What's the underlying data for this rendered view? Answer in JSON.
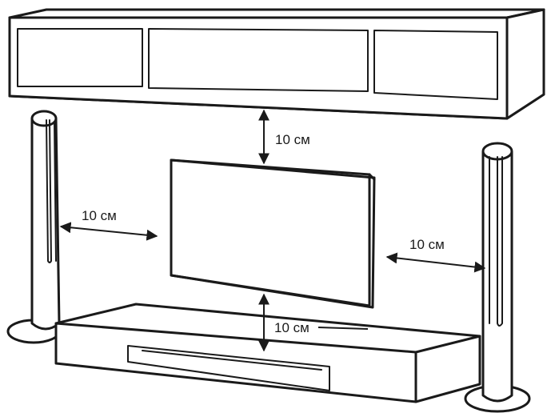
{
  "diagram": {
    "dimension_labels": {
      "above_tv": "10 см",
      "left_of_tv": "10 см",
      "right_of_tv": "10 см",
      "below_tv": "10 см"
    }
  }
}
